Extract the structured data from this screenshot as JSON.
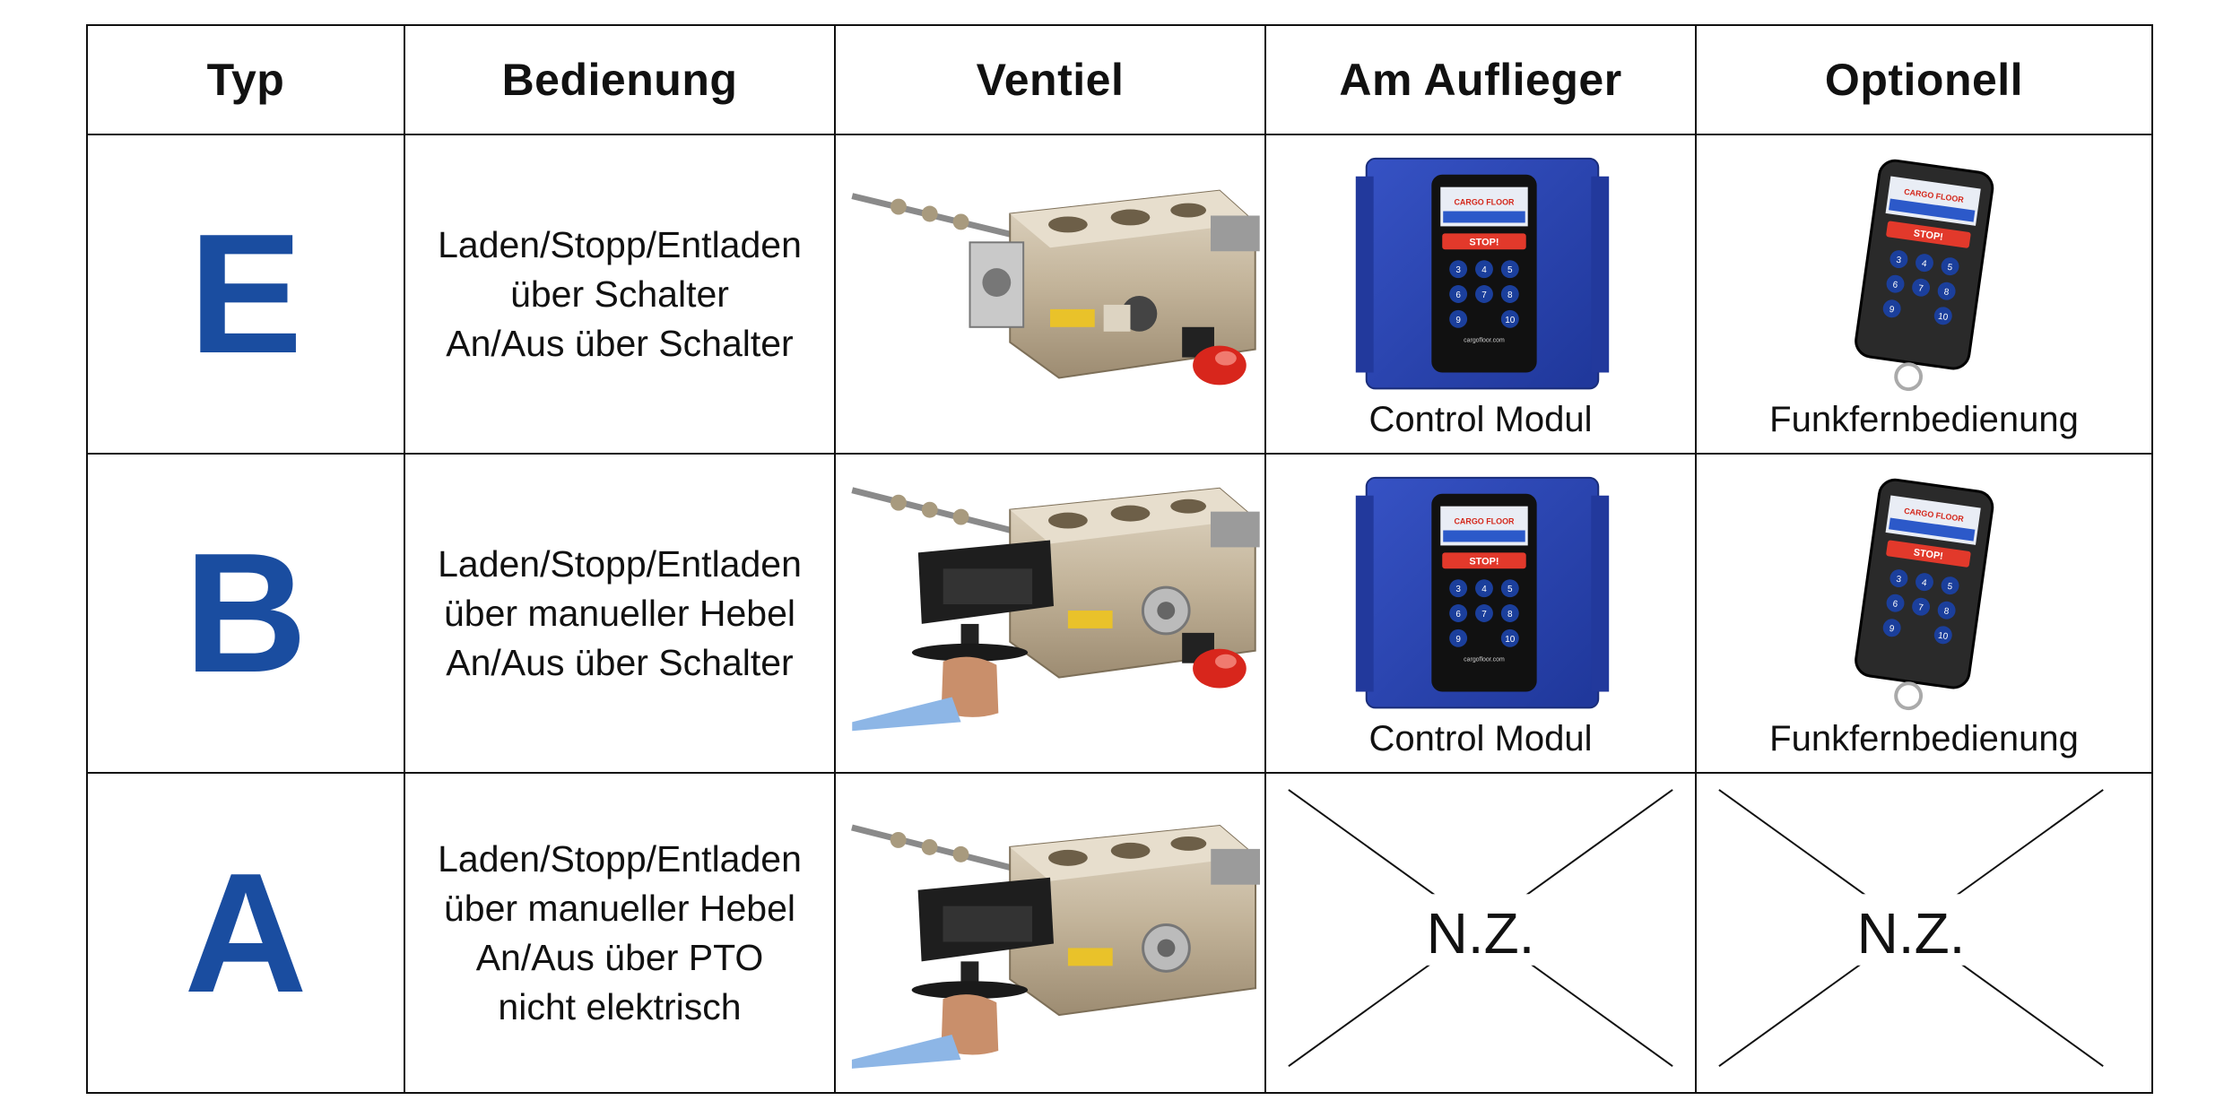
{
  "header": {
    "col1": "Typ",
    "col2": "Bedienung",
    "col3": "Ventiel",
    "col4": "Am Auflieger",
    "col5": "Optionell"
  },
  "rows": [
    {
      "typ": "E",
      "bedienung": [
        "Laden/Stopp/Entladen",
        "über Schalter",
        "An/Aus über Schalter"
      ],
      "auflieger_caption": "Control Modul",
      "optionell_caption": "Funkfernbedienung"
    },
    {
      "typ": "B",
      "bedienung": [
        "Laden/Stopp/Entladen",
        "über manueller Hebel",
        "An/Aus über Schalter"
      ],
      "auflieger_caption": "Control Modul",
      "optionell_caption": "Funkfernbedienung"
    },
    {
      "typ": "A",
      "bedienung": [
        "Laden/Stopp/Entladen",
        "über manueller Hebel",
        "An/Aus über PTO",
        "nicht elektrisch"
      ],
      "auflieger_text": "N.Z.",
      "optionell_text": "N.Z."
    }
  ],
  "device_labels": {
    "brand": "CARGO FLOOR",
    "stop": "STOP!",
    "website": "cargofloor.com",
    "keys": [
      "3",
      "4",
      "5",
      "6",
      "7",
      "8",
      "9",
      "10"
    ]
  },
  "colors": {
    "typ_letter": "#1a4da0",
    "module_body": "#2d4bb8",
    "stop_button": "#e2392b",
    "key_blue": "#1b3f9c"
  }
}
